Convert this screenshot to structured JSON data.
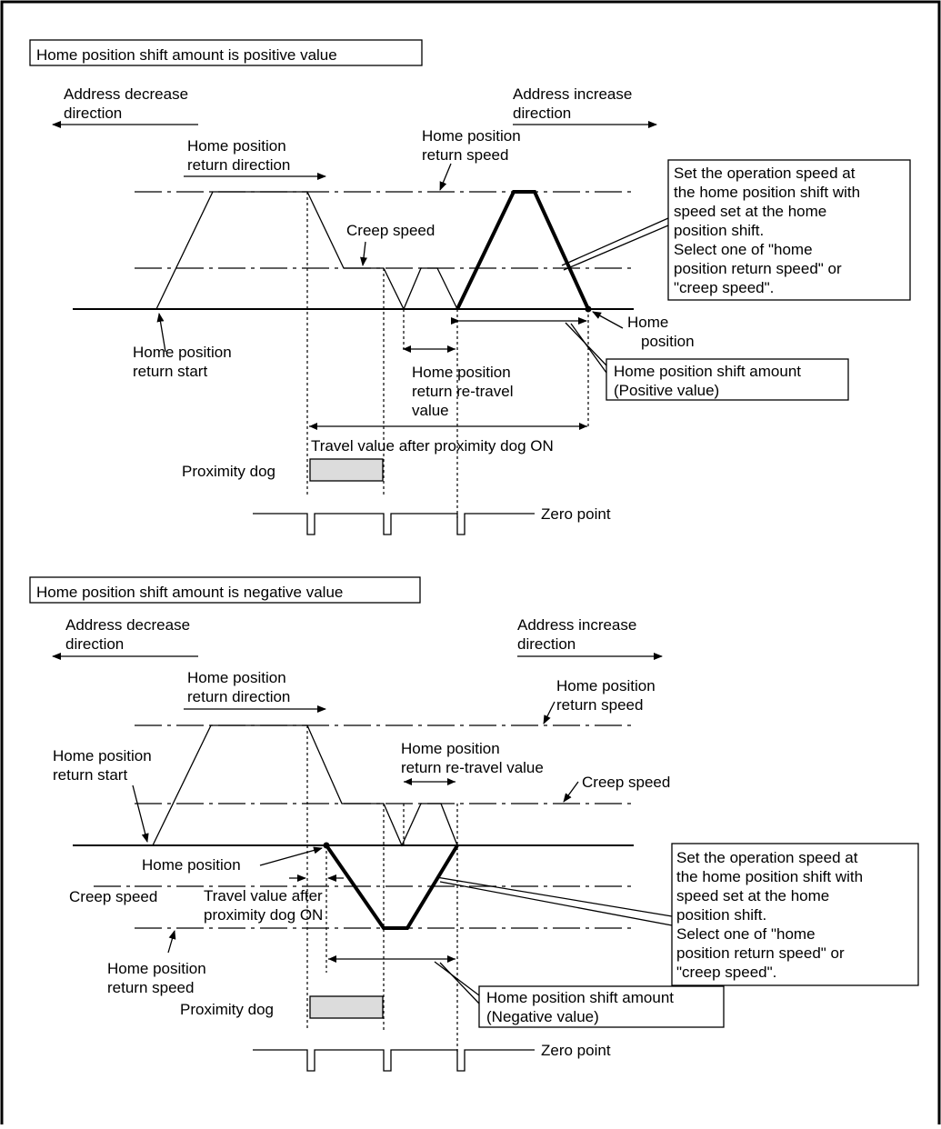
{
  "top": {
    "title": "Home position shift amount is positive value",
    "address_decrease": [
      "Address decrease",
      "direction"
    ],
    "address_increase": [
      "Address increase",
      "direction"
    ],
    "return_direction": [
      "Home position",
      "return direction"
    ],
    "return_speed": [
      "Home position",
      "return speed"
    ],
    "creep_speed": "Creep speed",
    "note": [
      "Set the operation speed at",
      "the home position shift with",
      "speed set at the home",
      "position shift.",
      "Select one of \"home",
      "position return speed\" or",
      "\"creep speed\"."
    ],
    "home_position": [
      "Home",
      "position"
    ],
    "return_start": [
      "Home position",
      "return start"
    ],
    "retravel": [
      "Home position",
      "return re-travel",
      "value"
    ],
    "shift_amount": [
      "Home position shift amount",
      "(Positive value)"
    ],
    "travel_after_dog": "Travel value after proximity dog ON",
    "proximity_dog": "Proximity dog",
    "zero_point": "Zero point"
  },
  "bottom": {
    "title": "Home position shift amount is negative value",
    "address_decrease": [
      "Address decrease",
      "direction"
    ],
    "address_increase": [
      "Address increase",
      "direction"
    ],
    "return_direction": [
      "Home position",
      "return direction"
    ],
    "return_speed": [
      "Home position",
      "return speed"
    ],
    "return_start": [
      "Home position",
      "return start"
    ],
    "retravel": [
      "Home position",
      "return re-travel value"
    ],
    "creep_speed_right": "Creep speed",
    "home_position": "Home position",
    "creep_speed_left": "Creep speed",
    "travel_after_dog": [
      "Travel value after",
      "proximity dog ON"
    ],
    "return_speed_lower": [
      "Home position",
      "return speed"
    ],
    "note": [
      "Set the operation speed at",
      "the home position shift with",
      "speed set at the home",
      "position shift.",
      "Select one of \"home",
      "position return speed\" or",
      "\"creep speed\"."
    ],
    "shift_amount": [
      "Home position shift amount",
      "(Negative value)"
    ],
    "proximity_dog": "Proximity dog",
    "zero_point": "Zero point"
  }
}
